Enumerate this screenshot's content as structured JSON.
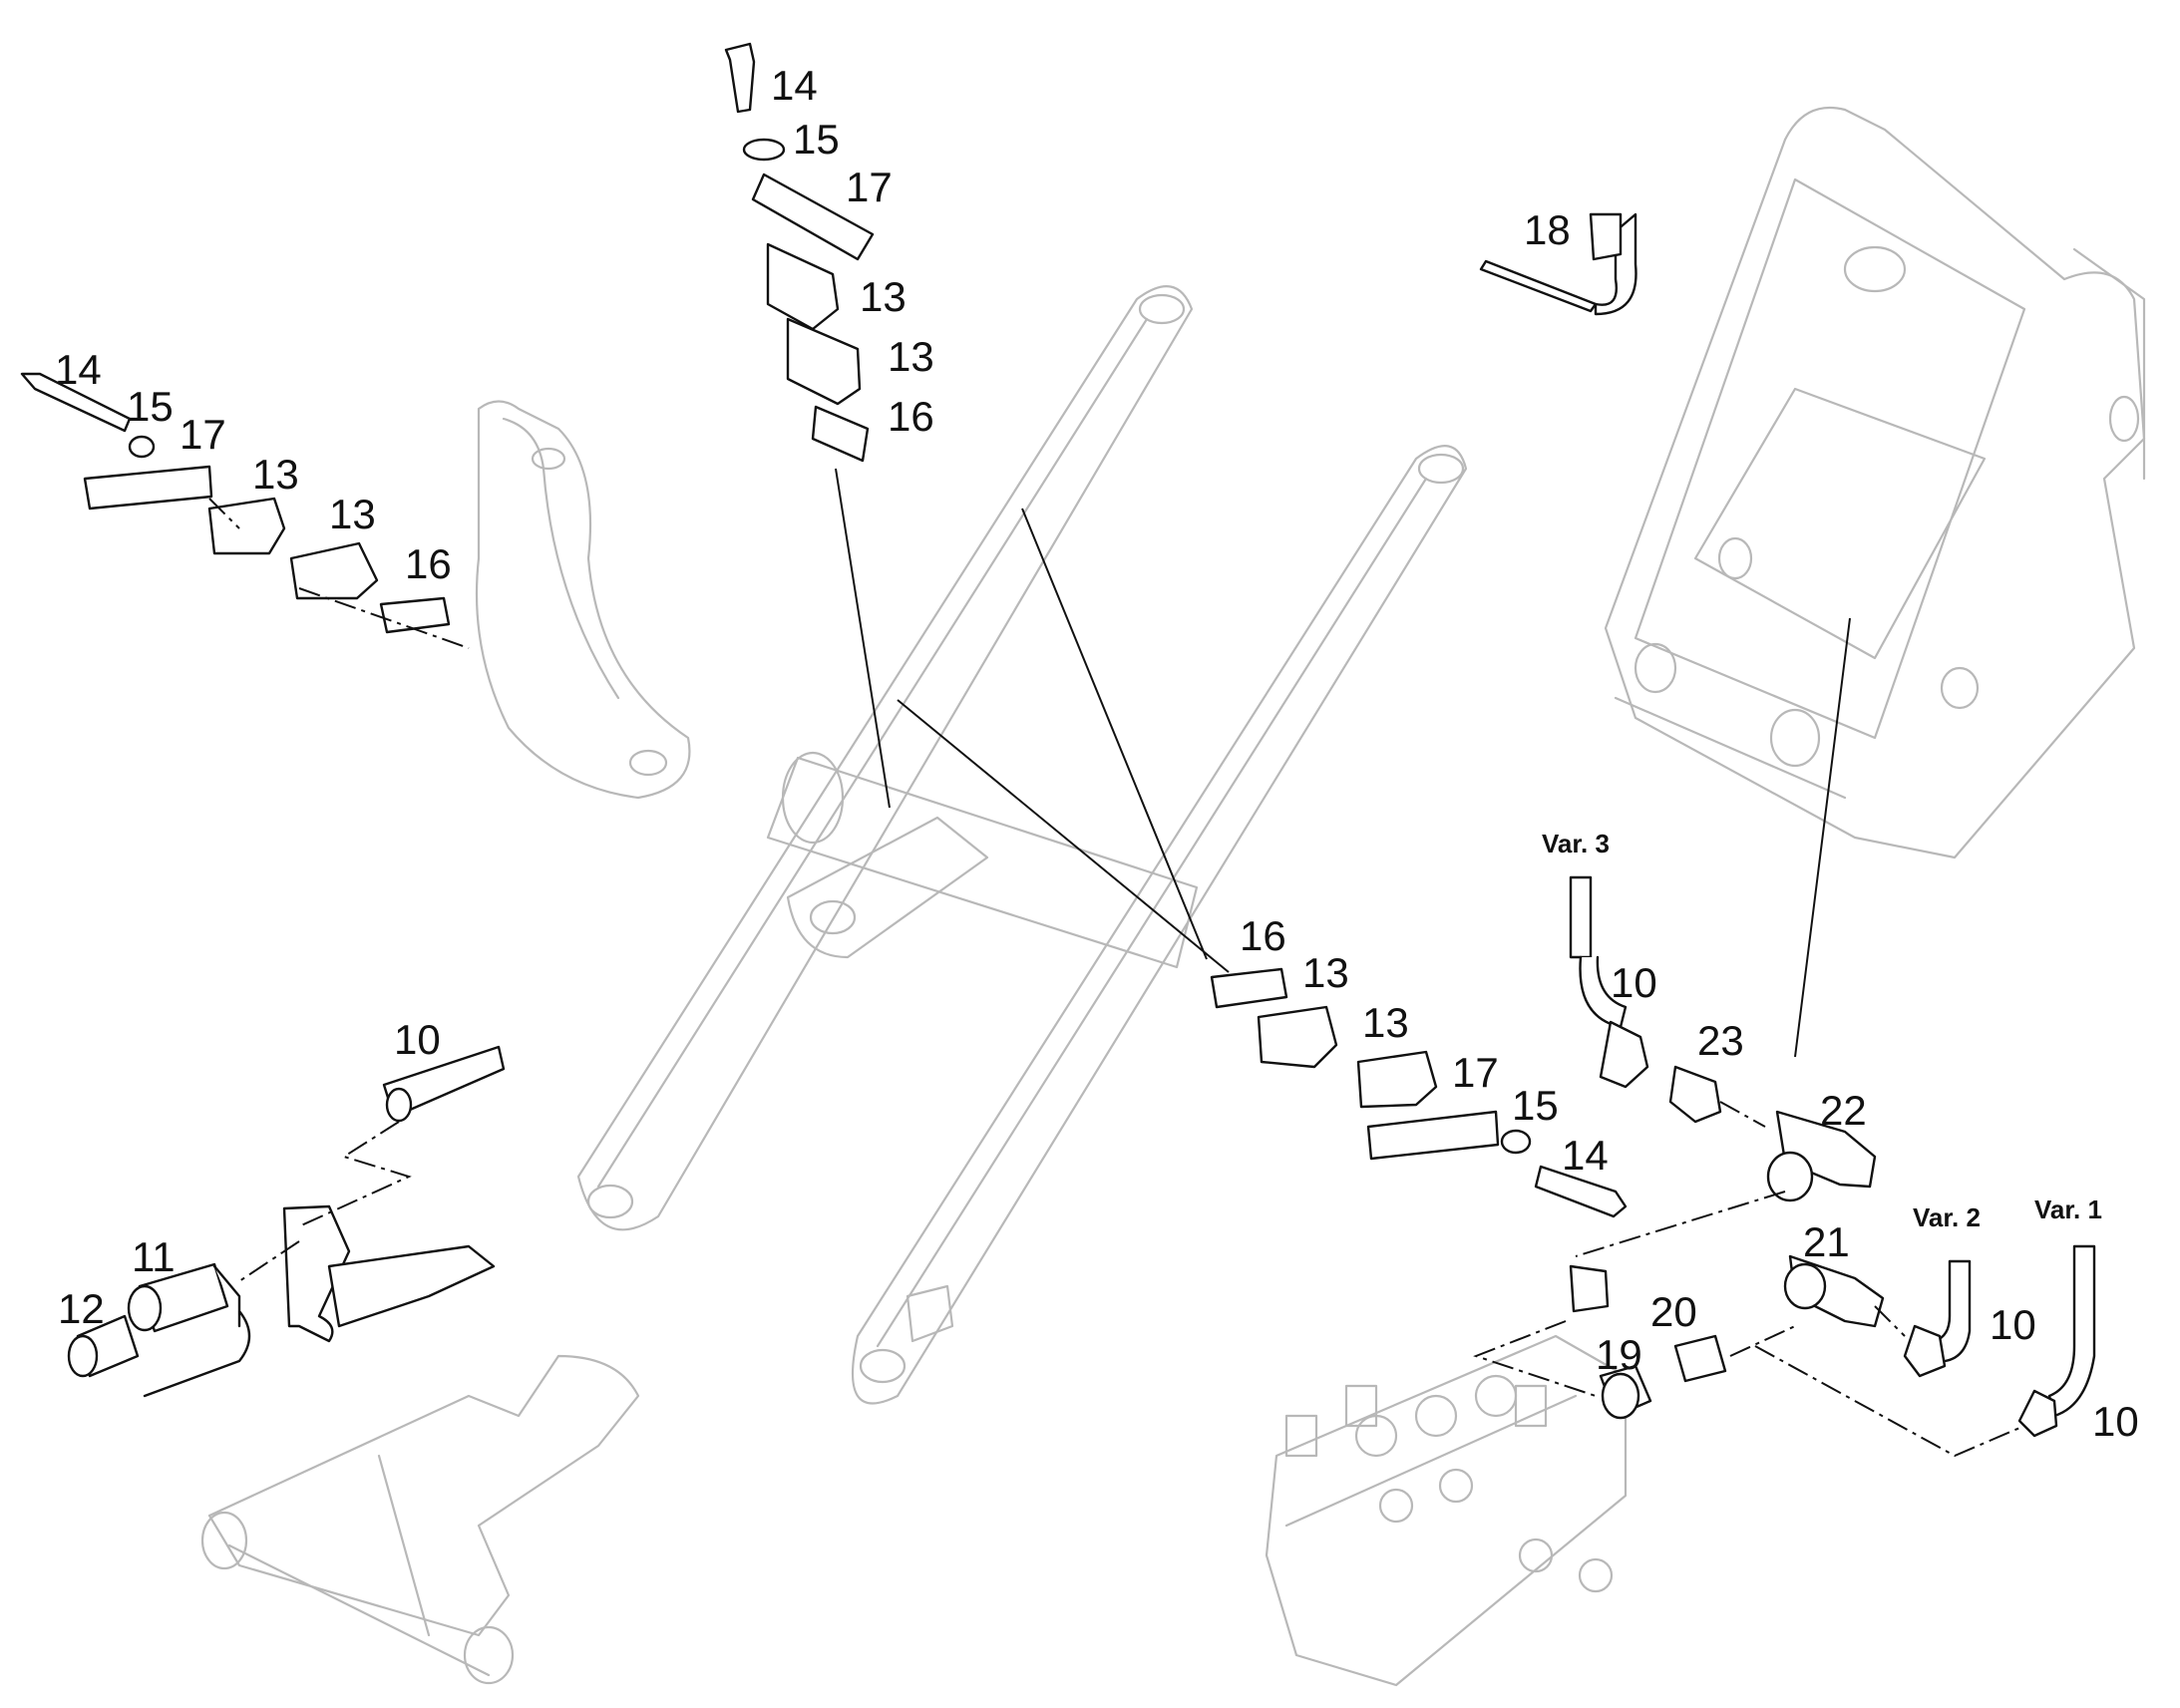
{
  "callouts": {
    "c14a": "14",
    "c15a": "15",
    "c17a": "17",
    "c13a": "13",
    "c13b": "13",
    "c16a": "16",
    "c14b": "14",
    "c15b": "15",
    "c17b": "17",
    "c13c": "13",
    "c13d": "13",
    "c16b": "16",
    "c18": "18",
    "c16c": "16",
    "c13e": "13",
    "c13f": "13",
    "c17c": "17",
    "c15c": "15",
    "c14c": "14",
    "c10a": "10",
    "c11": "11",
    "c12": "12",
    "c10b": "10",
    "c23": "23",
    "c22": "22",
    "c21": "21",
    "c20": "20",
    "c19": "19",
    "c10c": "10",
    "c10d": "10"
  },
  "variants": {
    "var3": "Var. 3",
    "var2": "Var. 2",
    "var1": "Var. 1"
  }
}
